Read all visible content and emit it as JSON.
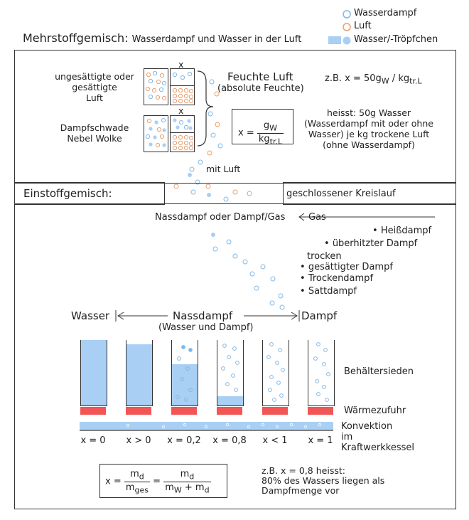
{
  "legend": {
    "dampf": "Wasserdampf",
    "luft": "Luft",
    "wasser": "Wasser/-Tröpfchen"
  },
  "mehrstoff": {
    "title_bold": "Mehrstoffgemisch:",
    "title_rest": "Wasserdampf und Wasser in der Luft",
    "unsat_line1": "ungesättigte oder",
    "unsat_line2": "gesättigte",
    "unsat_line3": "Luft",
    "fog_line1": "Dampfschwade",
    "fog_line2": "Nebel Wolke",
    "x_top": "x",
    "x_mid": "x",
    "feuchte_title": "Feuchte Luft",
    "feuchte_sub": "(absolute Feuchte)",
    "formula_lhs": "x =",
    "formula_num": "g",
    "formula_num_sub": "W",
    "formula_den": "kg",
    "formula_den_sub": "tr.L",
    "example_pre": "z.B. x = 50g",
    "example_sub1": "W",
    "example_mid": " / kg",
    "example_sub2": "tr.L",
    "explain1": "heisst: 50g Wasser",
    "explain2": "(Wasserdampf mit oder ohne",
    "explain3": "Wasser) je kg trockene Luft",
    "explain4": "(ohne Wasserdampf)",
    "mit_luft": "mit Luft"
  },
  "einstoff": {
    "title": "Einstoffgemisch:",
    "kreislauf": "geschlossener Kreislauf",
    "nassdampf_gas": "Nassdampf oder Dampf/Gas",
    "gas": "Gas",
    "bullets": [
      "Heißdampf",
      "überhitzter Dampf",
      "trocken",
      "gesättigter Dampf",
      "Trockendampf",
      "Sattdampf"
    ],
    "wasser": "Wasser",
    "nassdampf": "Nassdampf",
    "nassdampf_sub": "(Wasser und Dampf)",
    "dampf": "Dampf",
    "behaelter": "Behältersieden",
    "waermezufuhr": "Wärmezufuhr",
    "konvektion1": "Konvektion",
    "konvektion2": "im",
    "konvektion3": "Kraftwerkkessel",
    "x_labels": [
      "x = 0",
      "x > 0",
      "x = 0,2",
      "x = 0,8",
      "x < 1",
      "x = 1"
    ],
    "water_levels": [
      1.0,
      0.93,
      0.63,
      0.14,
      0.0,
      0.0
    ],
    "formula2_lhs": "x =",
    "formula2_num1": "m",
    "formula2_num1_sub": "d",
    "formula2_den1": "m",
    "formula2_den1_sub": "ges",
    "formula2_eq": "=",
    "formula2_num2": "m",
    "formula2_num2_sub": "d",
    "formula2_den2a": "m",
    "formula2_den2a_sub": "W",
    "formula2_plus": " + m",
    "formula2_den2b_sub": "d",
    "example2_1": "z.B. x = 0,8 heisst:",
    "example2_2": "80% des Wassers liegen als",
    "example2_3": "Dampfmenge vor"
  },
  "colors": {
    "dampf": "#7fb8e8",
    "luft": "#e8a070",
    "wasser": "#a9cff4",
    "heater": "#f25555"
  }
}
